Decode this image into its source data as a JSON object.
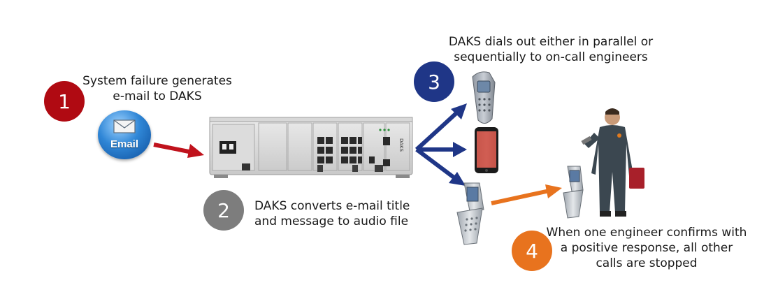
{
  "steps": [
    {
      "number": "1",
      "text_lines": [
        "System failure generates",
        "e-mail to DAKS"
      ],
      "color": "#b00a12"
    },
    {
      "number": "2",
      "text_lines": [
        "DAKS converts e-mail title",
        "and message to audio file"
      ],
      "color": "#7d7d7d"
    },
    {
      "number": "3",
      "text_lines": [
        "DAKS dials out either in parallel or",
        "sequentially to on-call engineers"
      ],
      "color": "#1f3687"
    },
    {
      "number": "4",
      "text_lines": [
        "When one engineer confirms with",
        "a positive response, all other",
        "calls are stopped"
      ],
      "color": "#e8731e"
    }
  ],
  "email_icon": {
    "label": "Email",
    "icon": "email-envelope-icon"
  },
  "device_label": "DAKS",
  "colors": {
    "arrow_red": "#c0121c",
    "arrow_blue": "#1f3687",
    "arrow_orange": "#e8731e"
  }
}
